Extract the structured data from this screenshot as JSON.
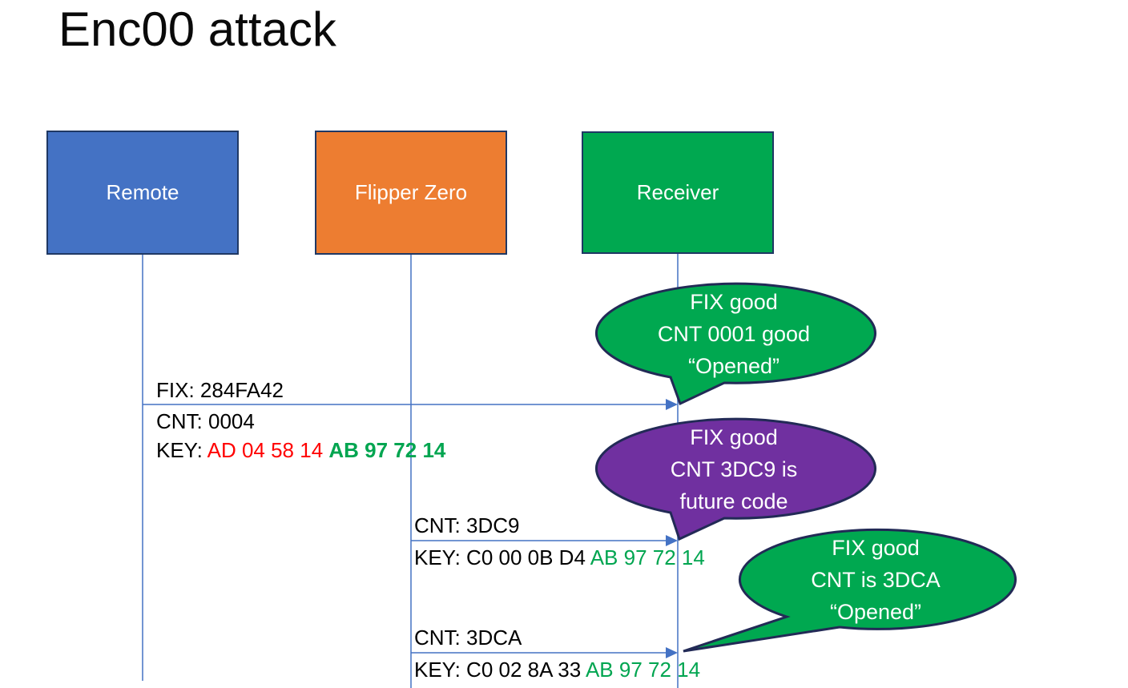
{
  "title": "Enc00 attack",
  "colors": {
    "blue": "#4472C4",
    "orange": "#ED7D31",
    "green": "#00A850",
    "purple": "#7030A0",
    "box_border": "#1F3864",
    "bubble_border": "#222A56",
    "line": "#4472C4",
    "text_red": "#FF0000",
    "text_green": "#00A550",
    "text_black": "#000000"
  },
  "actors": [
    {
      "label": "Remote"
    },
    {
      "label": "Flipper Zero"
    },
    {
      "label": "Receiver"
    }
  ],
  "messages": [
    {
      "fix": "FIX: 284FA42",
      "cnt": "CNT: 0004",
      "key_prefix": "KEY: ",
      "key_red": "AD 04 58 14 ",
      "key_green": "AB 97 72 14"
    },
    {
      "cnt": "CNT: 3DC9",
      "key_prefix": "KEY: C0 00 0B D4 ",
      "key_green": "AB 97 72 14"
    },
    {
      "cnt": "CNT: 3DCA",
      "key_prefix": "KEY: C0 02 8A 33 ",
      "key_green": "AB 97 72 14"
    }
  ],
  "bubbles": [
    {
      "style": "green",
      "lines": [
        "FIX good",
        "CNT 0001 good",
        "“Opened”"
      ]
    },
    {
      "style": "purple",
      "lines": [
        "FIX good",
        "CNT 3DC9 is",
        "future code"
      ]
    },
    {
      "style": "green",
      "lines": [
        "FIX good",
        "CNT is 3DCA",
        "“Opened”"
      ]
    }
  ]
}
